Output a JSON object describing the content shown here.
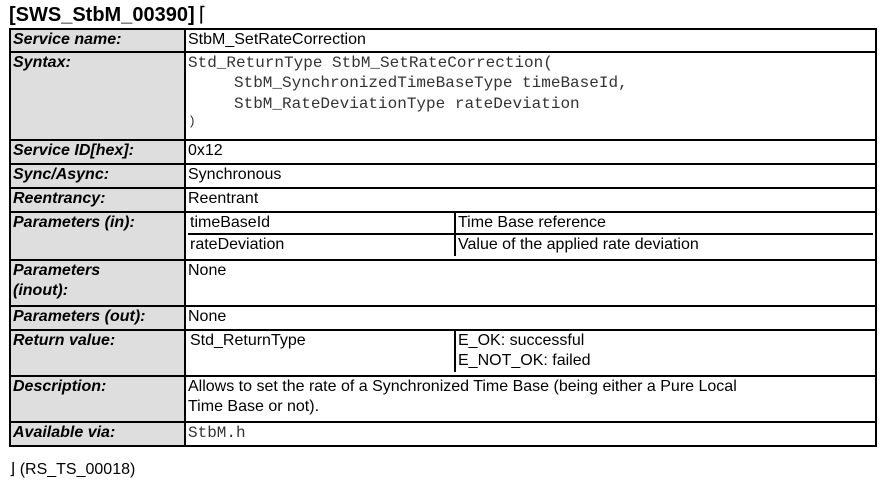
{
  "header": {
    "requirement_id": "[SWS_StbM_00390]",
    "open_bracket": "⌈"
  },
  "spec": {
    "service_name": {
      "label": "Service name:",
      "value": "StbM_SetRateCorrection"
    },
    "syntax": {
      "label": "Syntax:",
      "lines": [
        "Std_ReturnType StbM_SetRateCorrection(",
        "StbM_SynchronizedTimeBaseType timeBaseId,",
        "StbM_RateDeviationType rateDeviation",
        ")"
      ]
    },
    "service_id": {
      "label": "Service ID[hex]:",
      "value": "0x12"
    },
    "sync_async": {
      "label": "Sync/Async:",
      "value": "Synchronous"
    },
    "reentrancy": {
      "label": "Reentrancy:",
      "value": "Reentrant"
    },
    "params_in": {
      "label": "Parameters (in):",
      "rows": [
        {
          "name": "timeBaseId",
          "desc": "Time Base reference"
        },
        {
          "name": "rateDeviation",
          "desc": "Value of the applied rate deviation"
        }
      ]
    },
    "params_inout": {
      "label_line1": "Parameters",
      "label_line2": "(inout):",
      "value": "None"
    },
    "params_out": {
      "label": "Parameters (out):",
      "value": "None"
    },
    "return_value": {
      "label": "Return value:",
      "type": "Std_ReturnType",
      "values": [
        "E_OK: successful",
        "E_NOT_OK: failed"
      ]
    },
    "description": {
      "label": "Description:",
      "line1": "Allows to set the rate of a Synchronized Time Base (being either a Pure Local",
      "line2": "Time Base or not)."
    },
    "available_via": {
      "label": "Available via:",
      "value": "StbM.h"
    }
  },
  "footer": {
    "close_bracket": "⌋",
    "trace": "(RS_TS_00018)"
  }
}
